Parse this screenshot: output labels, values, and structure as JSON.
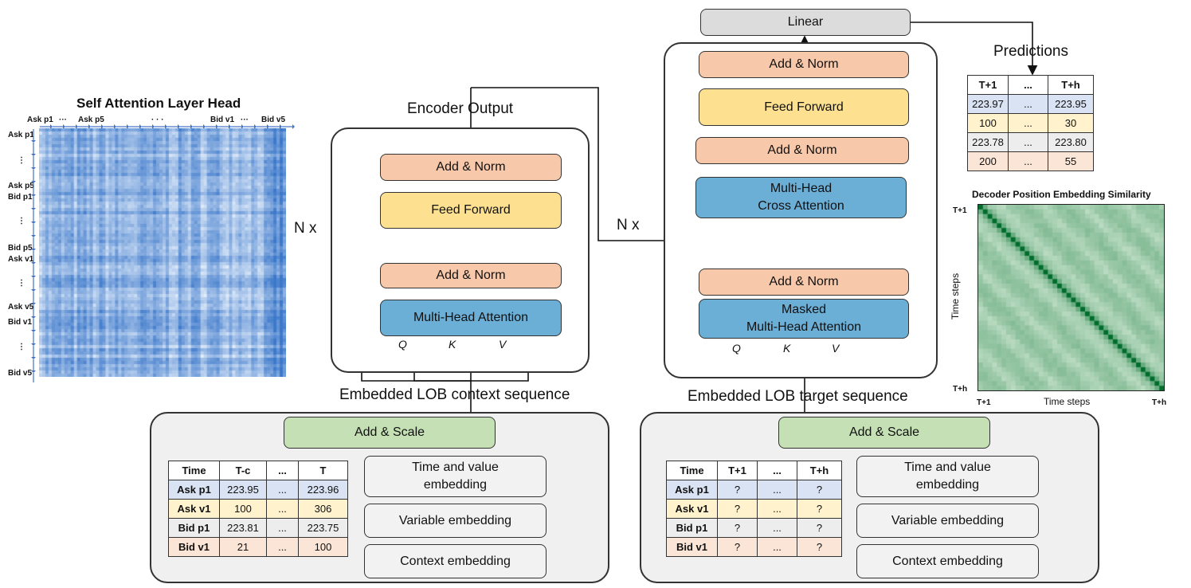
{
  "heatmap": {
    "title": "Self Attention Layer Head",
    "top_labels": [
      "Ask p1",
      "···",
      "Ask p5",
      "· · ·",
      "Bid v1",
      "···",
      "Bid v5"
    ],
    "left_labels": [
      "Ask p1",
      "⋮",
      "Ask p5",
      "Bid p1",
      "⋮",
      "Bid p5",
      "Ask v1",
      "⋮",
      "Ask v5",
      "Bid v1",
      "⋮",
      "Bid v5"
    ]
  },
  "encoder": {
    "output_label": "Encoder Output",
    "repeat_label": "N x",
    "add_norm_top": "Add & Norm",
    "feed_forward": "Feed Forward",
    "add_norm_bottom": "Add & Norm",
    "attention": "Multi-Head Attention",
    "q": "Q",
    "k": "K",
    "v": "V",
    "input_label": "Embedded LOB context sequence"
  },
  "decoder": {
    "linear": "Linear",
    "repeat_label": "N x",
    "add_norm_top": "Add & Norm",
    "feed_forward": "Feed Forward",
    "add_norm_mid": "Add & Norm",
    "cross_attention": "Multi-Head\nCross Attention",
    "add_norm_bottom": "Add & Norm",
    "masked_attention": "Masked\nMulti-Head Attention",
    "q": "Q",
    "k": "K",
    "v": "V",
    "input_label": "Embedded LOB target sequence"
  },
  "predictions": {
    "title": "Predictions",
    "headers": [
      "T+1",
      "...",
      "T+h"
    ],
    "rows": [
      [
        "223.97",
        "...",
        "223.95"
      ],
      [
        "100",
        "...",
        "30"
      ],
      [
        "223.78",
        "...",
        "223.80"
      ],
      [
        "200",
        "...",
        "55"
      ]
    ]
  },
  "similarity": {
    "title": "Decoder Position Embedding Similarity",
    "y_top": "T+1",
    "y_bottom": "T+h",
    "y_label": "Time steps",
    "x_left": "T+1",
    "x_right": "T+h",
    "x_label": "Time steps"
  },
  "context_embedding": {
    "add_scale": "Add & Scale",
    "table_headers": [
      "Time",
      "T-c",
      "...",
      "T"
    ],
    "table_rows": [
      [
        "Ask p1",
        "223.95",
        "...",
        "223.96"
      ],
      [
        "Ask v1",
        "100",
        "...",
        "306"
      ],
      [
        "Bid p1",
        "223.81",
        "...",
        "223.75"
      ],
      [
        "Bid v1",
        "21",
        "...",
        "100"
      ]
    ],
    "time_value_embedding": "Time and value\nembedding",
    "variable_embedding": "Variable embedding",
    "context_embedding": "Context embedding"
  },
  "target_embedding": {
    "add_scale": "Add & Scale",
    "table_headers": [
      "Time",
      "T+1",
      "...",
      "T+h"
    ],
    "table_rows": [
      [
        "Ask p1",
        "?",
        "...",
        "?"
      ],
      [
        "Ask v1",
        "?",
        "...",
        "?"
      ],
      [
        "Bid p1",
        "?",
        "...",
        "?"
      ],
      [
        "Bid v1",
        "?",
        "...",
        "?"
      ]
    ],
    "time_value_embedding": "Time and value\nembedding",
    "variable_embedding": "Variable embedding",
    "context_embedding": "Context embedding"
  },
  "colors": {
    "orange": "#f7c9aa",
    "yellow": "#fde190",
    "blue": "#6baed6",
    "green": "#c5e0b4",
    "grey": "#dcdcdc",
    "heat_blue": "#2171b5",
    "heat_green": "#006d2c"
  }
}
